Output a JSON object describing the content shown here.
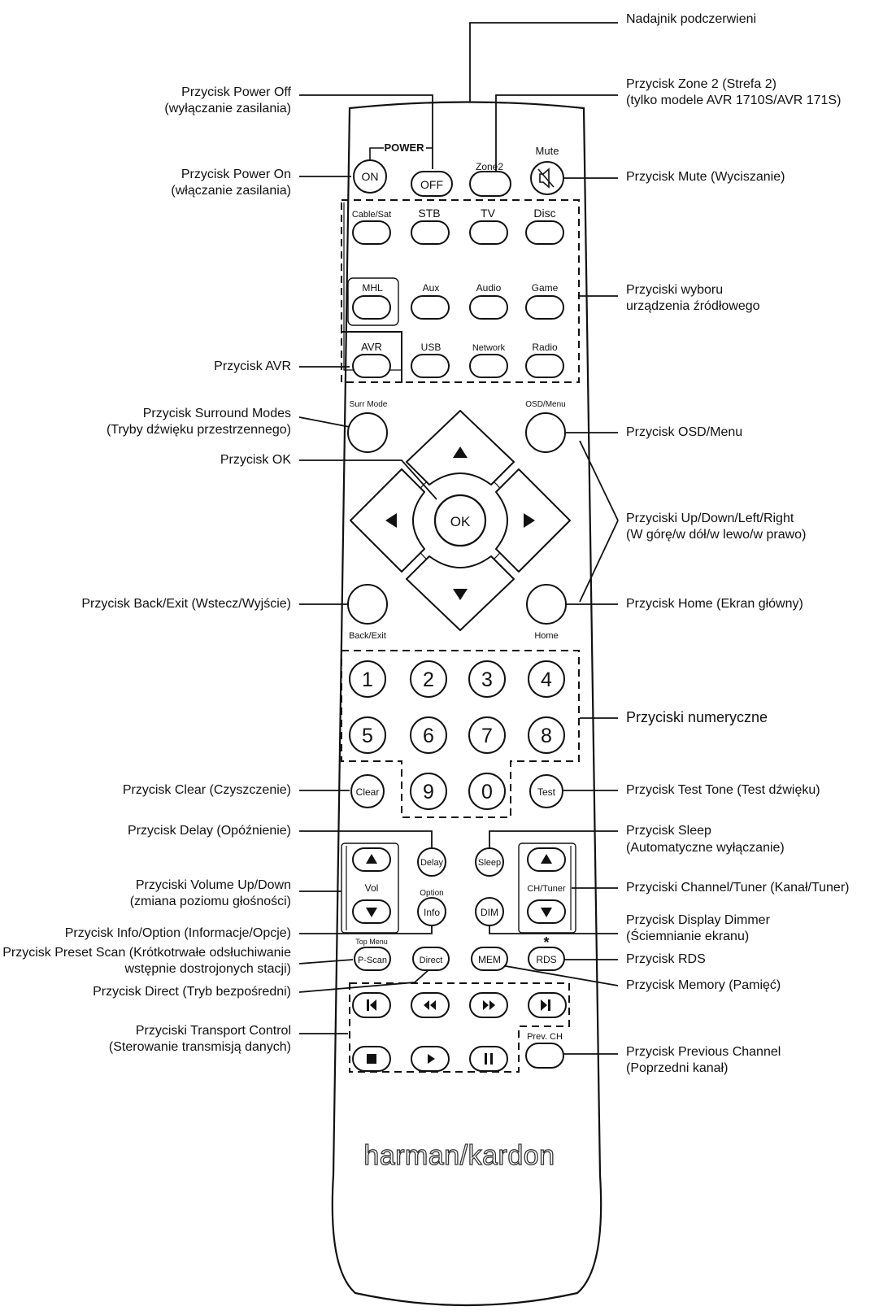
{
  "labels": {
    "ir": "Nadajnik podczerwieni",
    "power_off_1": "Przycisk Power Off",
    "power_off_2": "(wyłączanie zasilania)",
    "zone2_1": "Przycisk Zone 2 (Strefa 2)",
    "zone2_2": "(tylko modele AVR 1710S/AVR 171S)",
    "power_on_1": "Przycisk Power On",
    "power_on_2": "(włączanie zasilania)",
    "mute": "Przycisk Mute (Wyciszanie)",
    "source_1": "Przyciski wyboru",
    "source_2": "urządzenia źródłowego",
    "avr": "Przycisk AVR",
    "surr_1": "Przycisk Surround Modes",
    "surr_2": "(Tryby dźwięku przestrzennego)",
    "osd": "Przycisk OSD/Menu",
    "ok": "Przycisk OK",
    "arrows_1": "Przyciski Up/Down/Left/Right",
    "arrows_2": "(W górę/w dół/w lewo/w prawo)",
    "back": "Przycisk Back/Exit (Wstecz/Wyjście)",
    "home": "Przycisk Home (Ekran główny)",
    "numeric": "Przyciski numeryczne",
    "clear": "Przycisk Clear (Czyszczenie)",
    "test": "Przycisk Test Tone (Test dźwięku)",
    "delay": "Przycisk Delay (Opóźnienie)",
    "sleep_1": "Przycisk Sleep",
    "sleep_2": "(Automatyczne wyłączanie)",
    "vol_1": "Przyciski Volume Up/Down",
    "vol_2": "(zmiana poziomu głośności)",
    "channel": "Przyciski Channel/Tuner (Kanał/Tuner)",
    "info": "Przycisk Info/Option (Informacje/Opcje)",
    "dim_1": "Przycisk Display Dimmer",
    "dim_2": "(Ściemnianie ekranu)",
    "preset_1": "Przycisk Preset Scan (Krótkotrwałe odsłuchiwanie",
    "preset_2": "wstępnie dostrojonych stacji)",
    "rds": "Przycisk RDS",
    "direct": "Przycisk Direct (Tryb bezpośredni)",
    "memory": "Przycisk Memory (Pamięć)",
    "transport_1": "Przyciski Transport Control",
    "transport_2": "(Sterowanie transmisją danych)",
    "prev_1": "Przycisk Previous Channel",
    "prev_2": "(Poprzedni kanał)"
  },
  "remote": {
    "power_caption": "POWER",
    "on": "ON",
    "off": "OFF",
    "zone2": "Zone2",
    "mute_caption": "Mute",
    "cable_sat": "Cable/Sat",
    "stb": "STB",
    "tv": "TV",
    "disc": "Disc",
    "mhl": "MHL",
    "aux": "Aux",
    "audio": "Audio",
    "game": "Game",
    "avr": "AVR",
    "usb": "USB",
    "network": "Network",
    "radio": "Radio",
    "surr_mode": "Surr Mode",
    "osd_menu": "OSD/Menu",
    "ok": "OK",
    "back_exit": "Back/Exit",
    "home": "Home",
    "n1": "1",
    "n2": "2",
    "n3": "3",
    "n4": "4",
    "n5": "5",
    "n6": "6",
    "n7": "7",
    "n8": "8",
    "n9": "9",
    "n0": "0",
    "clear": "Clear",
    "test": "Test",
    "delay": "Delay",
    "sleep": "Sleep",
    "vol": "Vol",
    "ch_tuner": "CH/Tuner",
    "option": "Option",
    "info": "Info",
    "dim": "DIM",
    "top_menu": "Top Menu",
    "p_scan": "P-Scan",
    "direct": "Direct",
    "mem": "MEM",
    "rds": "RDS",
    "rds_mark": "*",
    "prev_ch": "Prev. CH",
    "brand": "harman/kardon"
  }
}
